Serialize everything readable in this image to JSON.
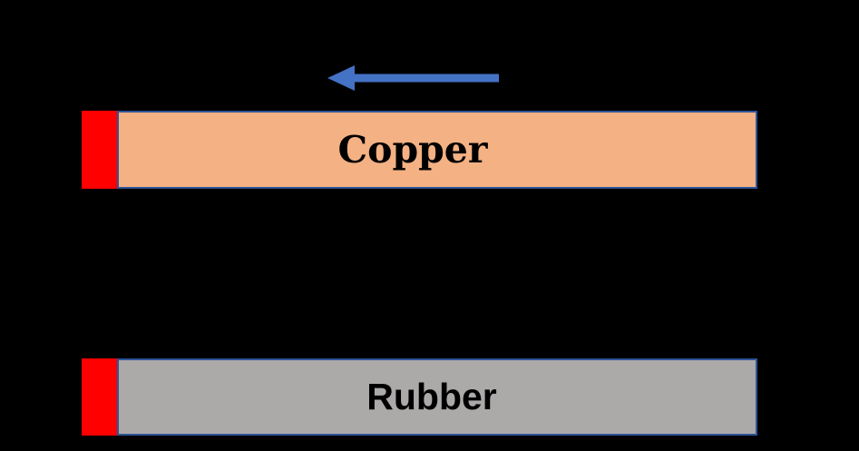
{
  "diagram": {
    "description": "Heat conduction comparison diagram with two bars heated at one end",
    "arrow": {
      "icon": "left-arrow",
      "direction": "left"
    },
    "bars": {
      "copper": {
        "label": "Copper"
      },
      "rubber": {
        "label": "Rubber"
      }
    }
  },
  "colors": {
    "background": "#000000",
    "arrow-blue": "#4472C4",
    "bar-border": "#2F5597",
    "copper-fill": "#F4B183",
    "rubber-fill": "#ACA9A9",
    "heat-red": "#FF0000",
    "label-text": "#000000"
  }
}
